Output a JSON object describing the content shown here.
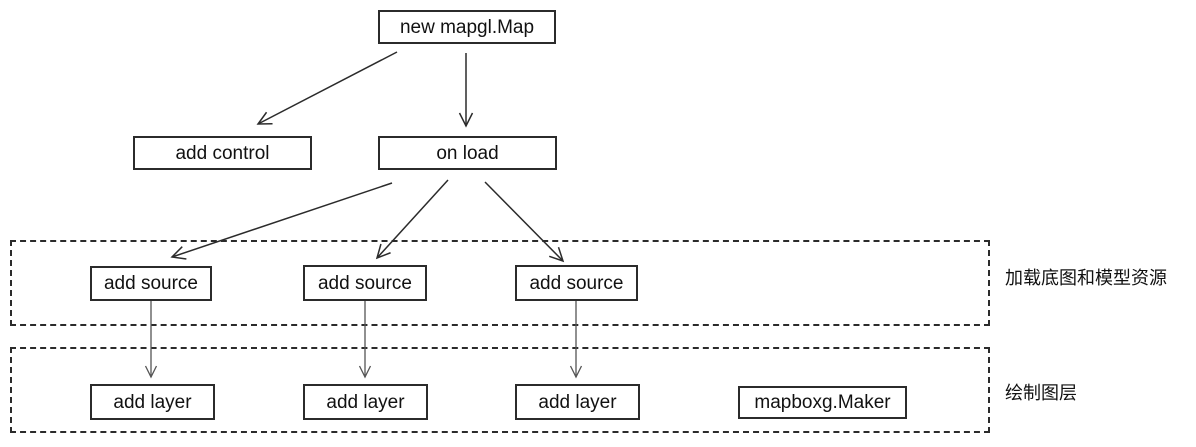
{
  "diagram": {
    "nodes": {
      "new_map": {
        "label": "new mapgl.Map"
      },
      "add_control": {
        "label": "add control"
      },
      "on_load": {
        "label": "on load"
      },
      "add_source_1": {
        "label": "add source"
      },
      "add_source_2": {
        "label": "add source"
      },
      "add_source_3": {
        "label": "add source"
      },
      "add_layer_1": {
        "label": "add layer"
      },
      "add_layer_2": {
        "label": "add layer"
      },
      "add_layer_3": {
        "label": "add layer"
      },
      "mapbox_maker": {
        "label": "mapboxg.Maker"
      }
    },
    "regions": {
      "load_resources": {
        "label": "加载底图和模型资源"
      },
      "draw_layers": {
        "label": "绘制图层"
      }
    },
    "edges": [
      {
        "from": "new_map",
        "to": "add_control"
      },
      {
        "from": "new_map",
        "to": "on_load"
      },
      {
        "from": "on_load",
        "to": "add_source_1"
      },
      {
        "from": "on_load",
        "to": "add_source_2"
      },
      {
        "from": "on_load",
        "to": "add_source_3"
      },
      {
        "from": "add_source_1",
        "to": "add_layer_1"
      },
      {
        "from": "add_source_2",
        "to": "add_layer_2"
      },
      {
        "from": "add_source_3",
        "to": "add_layer_3"
      }
    ],
    "colors": {
      "line": "#2b2b2b",
      "connector": "#555555",
      "text": "#111111",
      "background": "#ffffff"
    }
  }
}
